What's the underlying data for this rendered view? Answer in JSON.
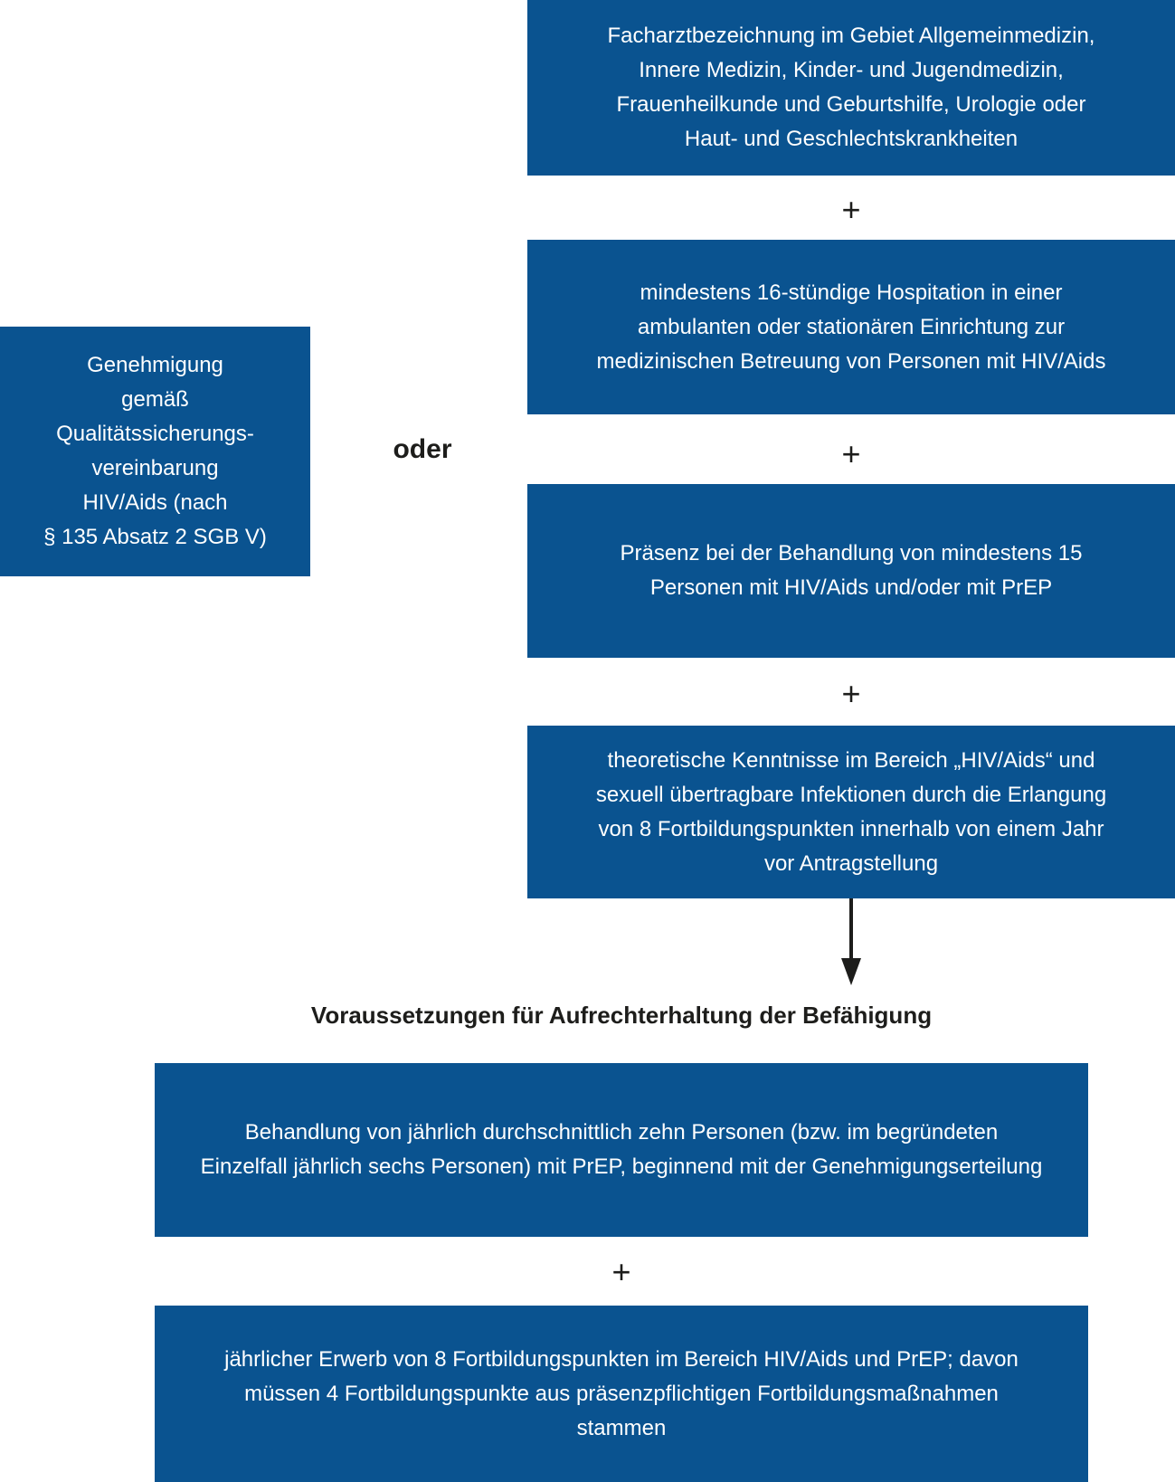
{
  "diagram": {
    "colors": {
      "box_blue": "#0a5390",
      "text_on_blue": "#ffffff",
      "text_black": "#1d1d1b"
    },
    "plus": "+",
    "or_label": "oder",
    "approval_box": {
      "lines": [
        "Genehmigung",
        "gemäß",
        "Qualitätssicherungs-",
        "vereinbarung",
        "HIV/Aids (nach",
        "§ 135 Absatz 2 SGB V)"
      ]
    },
    "qualification_boxes": [
      {
        "id": "facharztbezeichnung",
        "lines": [
          "Facharztbezeichnung im Gebiet Allgemeinmedizin,",
          "Innere Medizin, Kinder- und Jugendmedizin,",
          "Frauenheilkunde und Geburtshilfe, Urologie oder",
          "Haut- und Geschlechtskrankheiten"
        ]
      },
      {
        "id": "hospitation",
        "lines": [
          "mindestens 16-stündige Hospitation in einer",
          "ambulanten oder stationären Einrichtung zur",
          "medizinischen Betreuung von Personen mit HIV/Aids"
        ]
      },
      {
        "id": "praesenz",
        "lines": [
          "Präsenz bei der Behandlung von mindestens 15",
          "Personen mit HIV/Aids und/oder mit PrEP"
        ]
      },
      {
        "id": "theoretische-kenntnisse",
        "lines": [
          "theoretische Kenntnisse im Bereich „HIV/Aids“ und",
          "sexuell übertragbare Infektionen durch die Erlangung",
          "von 8 Fortbildungspunkten innerhalb von einem Jahr",
          "vor Antragstellung"
        ]
      }
    ],
    "maintenance_heading": "Voraussetzungen für Aufrechterhaltung der Befähigung",
    "maintenance_boxes": [
      {
        "id": "behandlung",
        "lines": [
          "Behandlung von jährlich durchschnittlich zehn Personen (bzw. im begründeten",
          "Einzelfall jährlich sechs Personen) mit PrEP, beginnend mit der Genehmigungserteilung"
        ]
      },
      {
        "id": "fortbildung",
        "lines": [
          "jährlicher Erwerb von 8 Fortbildungspunkten im Bereich HIV/Aids und PrEP; davon",
          "müssen 4 Fortbildungspunkte aus präsenzpflichtigen Fortbildungsmaßnahmen",
          "stammen"
        ]
      }
    ]
  }
}
